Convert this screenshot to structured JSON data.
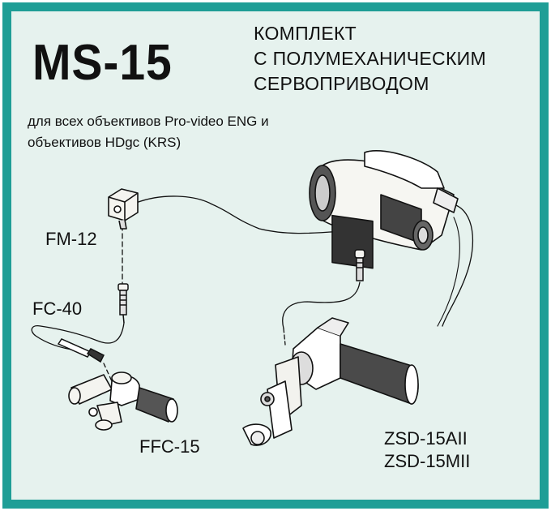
{
  "product": {
    "model": "MS-15",
    "heading_lines": [
      "КОМПЛЕКТ",
      "С ПОЛУМЕХАНИЧЕСКИМ",
      "СЕРВОПРИВОДОМ"
    ],
    "subtitle_lines": [
      "для всех объективов Pro-video ENG и",
      "объективов HDgc (KRS)"
    ]
  },
  "components": {
    "fm12": "FM-12",
    "fc40": "FC-40",
    "ffc15": "FFC-15",
    "zsd_a": "ZSD-15AII",
    "zsd_m": "ZSD-15MII"
  },
  "colors": {
    "frame": "#1f9e96",
    "panel": "#e6f2ee",
    "ink": "#111111"
  }
}
